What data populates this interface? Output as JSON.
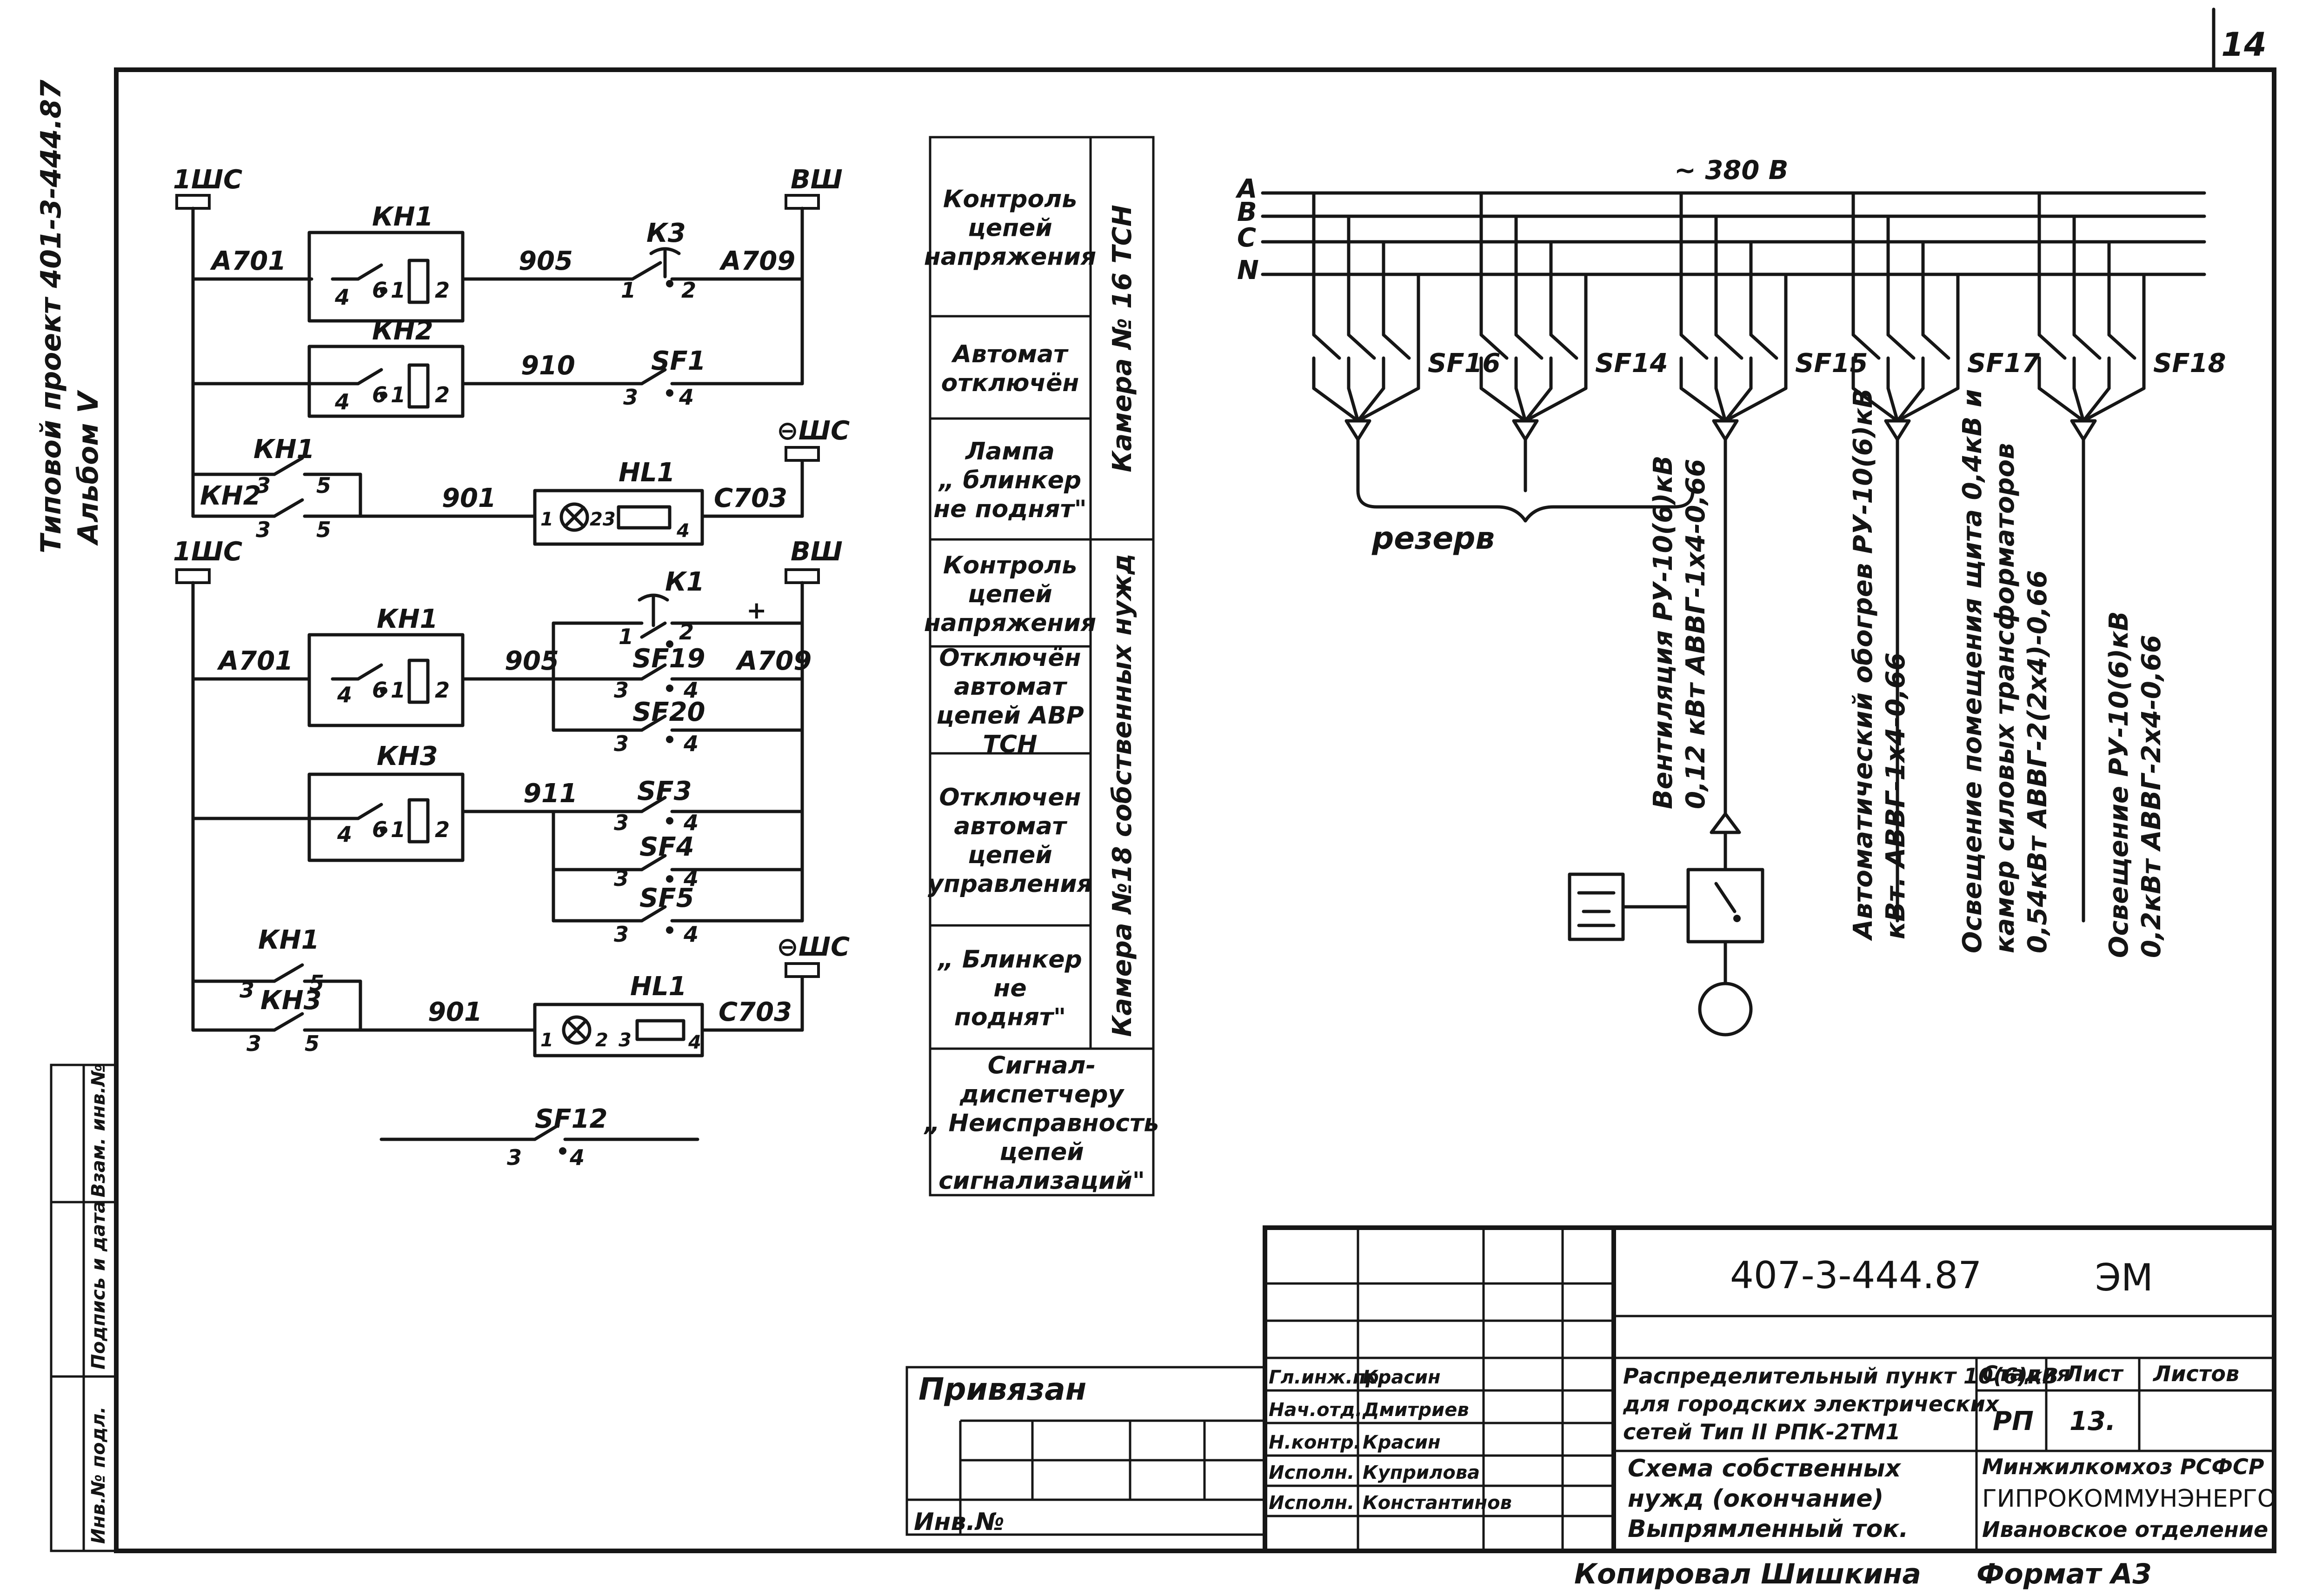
{
  "sheet": {
    "page_number": "14",
    "side_stamp_line1": "Типовой проект 401-3-444.87",
    "side_stamp_line2": "Альбом V"
  },
  "left_circuit": {
    "top": {
      "bus_left": "1ШС",
      "bus_right": "ВШ",
      "relay1": "КН1",
      "relay2": "КН2",
      "wire_a701": "А701",
      "wire_905": "905",
      "wire_a709": "А709",
      "wire_910": "910",
      "switch_k3": "К3",
      "switch_sf1": "SF1",
      "contact_kn1": "КН1",
      "contact_kn2": "КН2",
      "lamp": "HL1",
      "wire_901": "901",
      "wire_c703": "С703",
      "bus_minus": "⊖ШС",
      "n_4": "4",
      "n_6": "6",
      "n_1": "1",
      "n_2": "2",
      "n_3": "3",
      "n_5": "5",
      "n_23": "23"
    },
    "bottom": {
      "bus_left": "1ШС",
      "bus_right": "ВШ",
      "relay1": "КН1",
      "relay3": "КН3",
      "switch_k1": "К1",
      "wire_a701": "А701",
      "wire_905": "905",
      "wire_a709": "А709",
      "wire_911": "911",
      "sf19": "SF19",
      "sf20": "SF20",
      "sf3": "SF3",
      "sf4": "SF4",
      "sf5": "SF5",
      "contact_kn1": "КН1",
      "contact_kn3": "КН3",
      "lamp": "HL1",
      "wire_901": "901",
      "wire_c703": "С703",
      "bus_minus": "⊖ШС",
      "mark_plus": "+"
    },
    "sf12": {
      "label": "SF12",
      "n3": "3",
      "n4": "4"
    }
  },
  "signal_table": {
    "rows": [
      {
        "lines": [
          "Контроль",
          "цепей",
          "напряжения"
        ]
      },
      {
        "lines": [
          "Автомат",
          "отключён"
        ]
      },
      {
        "lines": [
          "Лампа",
          "„ блинкер",
          "не поднят\""
        ]
      },
      {
        "lines": [
          "Контроль",
          "цепей",
          "напряжения"
        ]
      },
      {
        "lines": [
          "Отключён",
          "автомат",
          "цепей АВР",
          "ТСН"
        ]
      },
      {
        "lines": [
          "Отключен",
          "автомат",
          "цепей",
          "управления"
        ]
      },
      {
        "lines": [
          "„ Блинкер",
          "не",
          "поднят\""
        ]
      },
      {
        "lines": [
          "Сигнал-",
          "диспетчеру",
          "„ Неисправность",
          "цепей",
          "сигнализаций\""
        ]
      }
    ],
    "side_label_1": "Камера № 16 ТСН",
    "side_label_2": "Камера №18 собственных нужд"
  },
  "distribution": {
    "voltage": "~ 380 В",
    "phases": [
      "А",
      "В",
      "С",
      "N"
    ],
    "breakers": [
      "SF16",
      "SF14",
      "SF15",
      "SF17",
      "SF18"
    ],
    "reserve": "резерв",
    "feeders": [
      {
        "line1": "Вентиляция РУ-10(6)кВ",
        "line2": "0,12 кВт  АВВГ-1х4-0,66"
      },
      {
        "line1": "Автоматический обогрев РУ-10(6)кВ",
        "line2": "кВт.  АВВГ-1х4-0,66"
      },
      {
        "line1": "Освещение помещения щита 0,4кВ и",
        "line2": "камер силовых трансформаторов",
        "line3": "0,54кВт  АВВГ-2(2х4)-0,66"
      },
      {
        "line1": "Освещение РУ-10(6)кВ",
        "line2": "0,2кВт  АВВГ-2х4-0,66"
      }
    ]
  },
  "title_block": {
    "doc_code": "407-3-444.87",
    "doc_mark": "ЭМ",
    "privyazan": "Привязан",
    "inv_no": "Инв.№",
    "roles": [
      {
        "role": "Гл.инж.пр.",
        "name": "Красин"
      },
      {
        "role": "Нач.отд.",
        "name": "Дмитриев"
      },
      {
        "role": "Н.контр.",
        "name": "Красин"
      },
      {
        "role": "Исполн.",
        "name": "Куприлова"
      },
      {
        "role": "Исполн.",
        "name": "Константинов"
      }
    ],
    "object_title_1": "Распределительный пункт 10(6)кВ",
    "object_title_2": "для городских электрических",
    "object_title_3": "сетей      Тип II РПК-2ТМ1",
    "sheet_title_1": "Схема собственных",
    "sheet_title_2": "нужд (окончание)",
    "sheet_title_3": "Выпрямленный ток.",
    "hdr_stage": "Стадия",
    "hdr_sheet": "Лист",
    "hdr_sheets": "Листов",
    "stage": "РП",
    "sheet_no": "13.",
    "org_1": "Минжилкомхоз РСФСР",
    "org_2": "ГИПРОКОММУНЭНЕРГО",
    "org_3": "Ивановское отделение",
    "copied": "Копировал Шишкина",
    "format": "Формат А3"
  },
  "left_strip": {
    "cell1": "Взам. инв.№",
    "cell2": "Подпись и дата",
    "cell3": "Инв.№ подл."
  }
}
